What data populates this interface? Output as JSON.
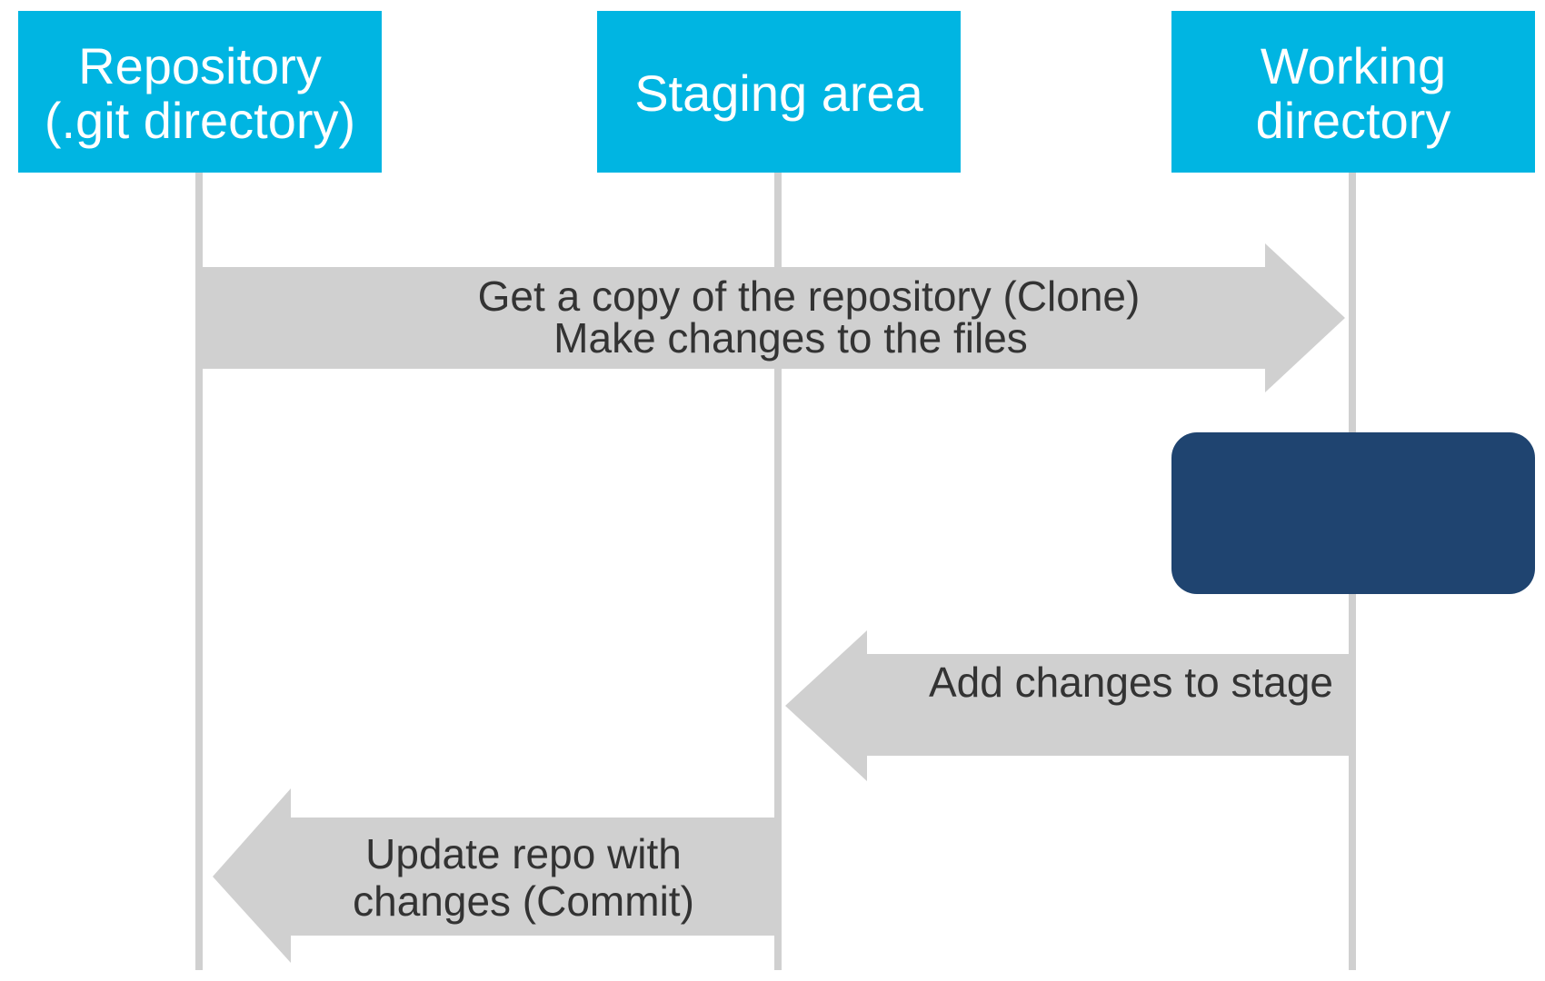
{
  "lanes": [
    {
      "id": "repository",
      "label_lines": [
        "Repository",
        "(.git directory)"
      ]
    },
    {
      "id": "staging",
      "label_lines": [
        "Staging area"
      ]
    },
    {
      "id": "working",
      "label_lines": [
        "Working",
        "directory"
      ]
    }
  ],
  "arrows": [
    {
      "id": "clone",
      "direction": "right",
      "label_lines": [
        "Get a copy of the repository (Clone)",
        "Make changes to the files"
      ]
    },
    {
      "id": "stage",
      "direction": "left",
      "label_lines": [
        "Add changes to stage"
      ]
    },
    {
      "id": "commit",
      "direction": "left",
      "label_lines": [
        "Update repo with",
        "changes (Commit)"
      ]
    }
  ],
  "colors": {
    "header": "#00b5e2",
    "lifeline": "#d0d0d0",
    "arrow": "#d0d0d0",
    "arrow_text": "#333333",
    "header_text": "#ffffff",
    "dark_box": "#1f4470"
  }
}
